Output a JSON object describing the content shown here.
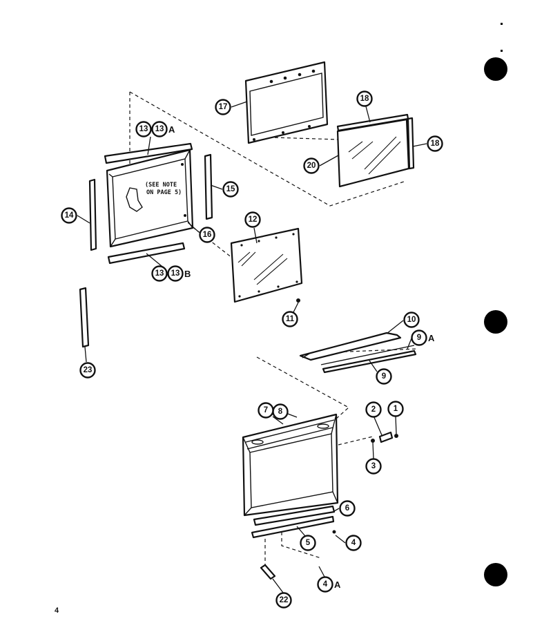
{
  "page_number": "4",
  "note": {
    "line1": "(SEE NOTE",
    "line2": "ON PAGE 5)"
  },
  "callouts": {
    "c1": "1",
    "c2": "2",
    "c3": "3",
    "c4": "4",
    "c4a": "4",
    "c4a_suffix": "A",
    "c5": "5",
    "c6": "6",
    "c7": "7",
    "c8": "8",
    "c9": "9",
    "c9a": "9",
    "c9a_suffix": "A",
    "c10": "10",
    "c11": "11",
    "c12": "12",
    "c13_top_a": "13",
    "c13_top_b": "13",
    "c13_top_suffix": "A",
    "c13_bot_a": "13",
    "c13_bot_b": "13",
    "c13_bot_suffix": "B",
    "c14": "14",
    "c15": "15",
    "c16": "16",
    "c17": "17",
    "c18_top": "18",
    "c18_side": "18",
    "c20": "20",
    "c22": "22",
    "c23": "23"
  }
}
